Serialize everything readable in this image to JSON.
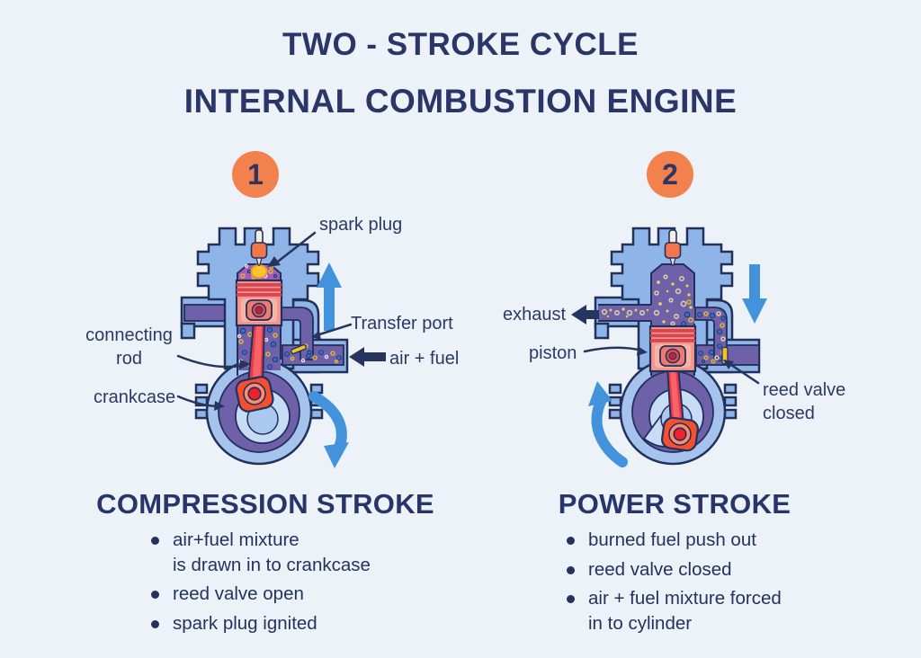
{
  "title": {
    "line1": "TWO - STROKE CYCLE",
    "line2": "INTERNAL COMBUSTION ENGINE"
  },
  "steps": {
    "compression_number": "1",
    "power_number": "2"
  },
  "labels": {
    "compression": {
      "spark_plug": "spark plug",
      "transfer_port": "Transfer port",
      "air_fuel": "air + fuel",
      "connecting_rod": [
        "connecting",
        "rod"
      ],
      "crankcase": "crankcase"
    },
    "power": {
      "exhaust": "exhaust",
      "piston": "piston",
      "reed_valve": [
        "reed valve",
        "closed"
      ]
    }
  },
  "sections": {
    "compression": {
      "heading": "COMPRESSION STROKE",
      "bullets": [
        [
          "air+fuel mixture",
          "is drawn in to crankcase"
        ],
        [
          "reed valve open"
        ],
        [
          "spark plug ignited"
        ]
      ]
    },
    "power": {
      "heading": "POWER STROKE",
      "bullets": [
        [
          "burned fuel push out"
        ],
        [
          "reed valve closed"
        ],
        [
          "air + fuel mixture forced",
          "in to cylinder"
        ]
      ]
    }
  },
  "colors": {
    "background": "#EDF1F8",
    "badge_orange": "#F3814E",
    "navy_text": "#2B3966",
    "heading_navy": "#27356A",
    "flow_arrow_blue": "#4292DC",
    "annotation_navy": "#26355F",
    "engine_body_blue": "#8FB5E8",
    "duct_purple": "#6F61A9",
    "piston_red": "#F5978D",
    "rod_red": "#EA3B45",
    "mixture_magenta": "#A55CB8",
    "reed_yellow": "#F2C42B",
    "spark_flame_yellow": "#FFC42D"
  }
}
